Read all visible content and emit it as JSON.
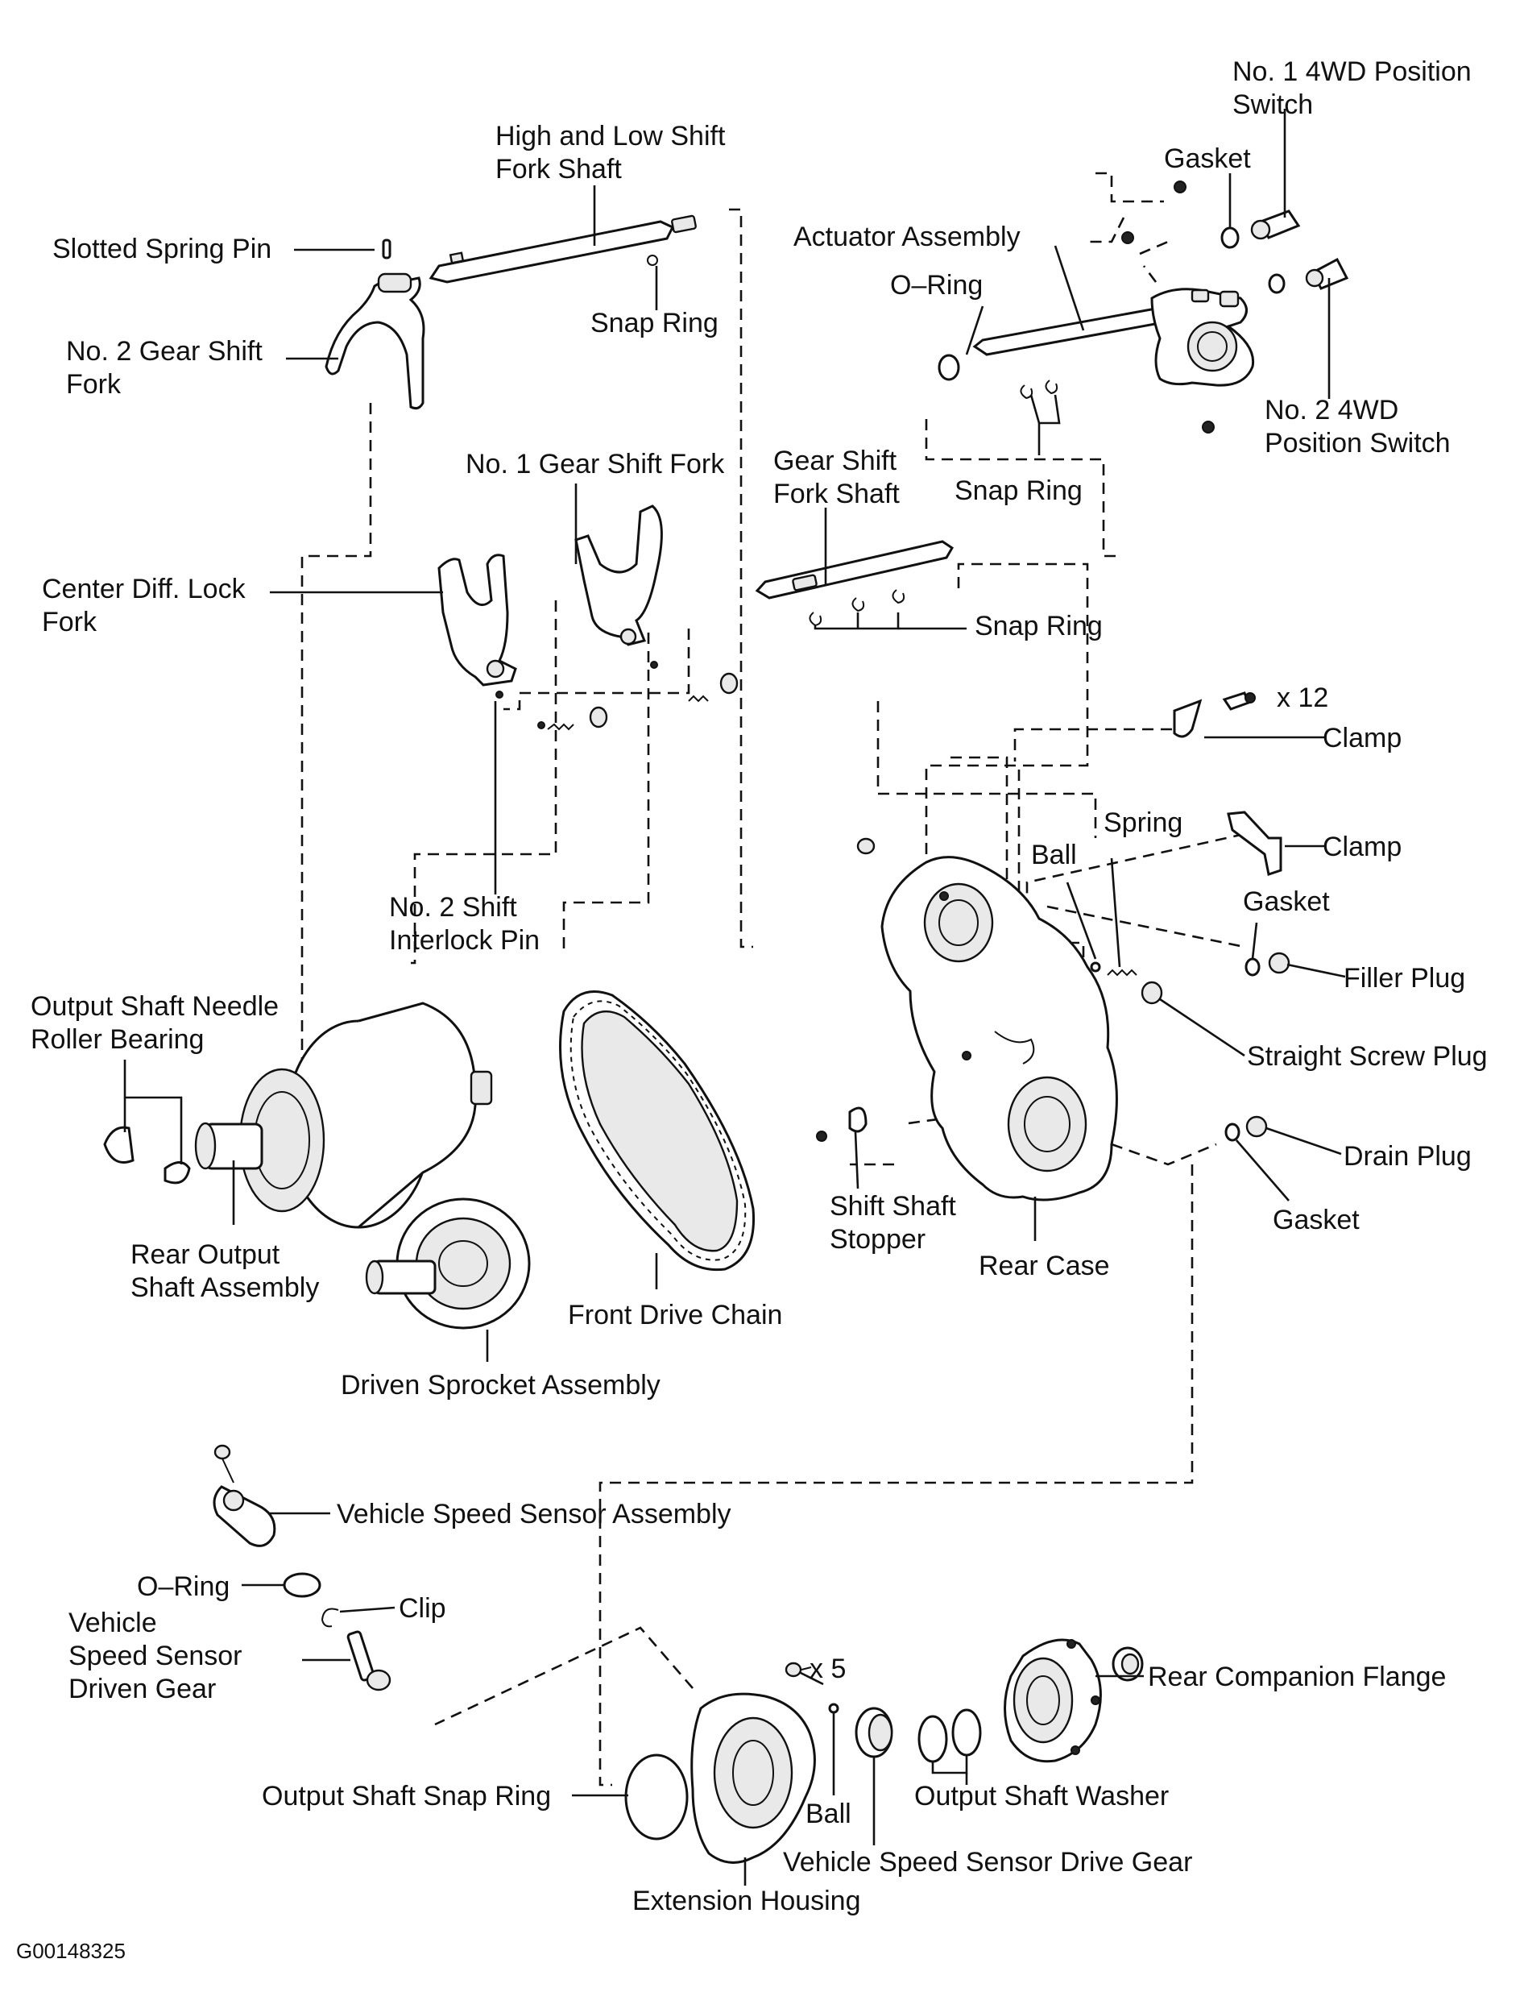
{
  "labels": {
    "no1_4wd_switch": [
      "No. 1 4WD Position",
      "Switch"
    ],
    "high_low_shaft": [
      "High and Low Shift",
      "Fork Shaft"
    ],
    "gasket_top": "Gasket",
    "slotted_pin": "Slotted Spring Pin",
    "actuator": "Actuator Assembly",
    "oring_top": "O–Ring",
    "snap_ring_1": "Snap Ring",
    "no2_fork": [
      "No. 2 Gear Shift",
      "Fork"
    ],
    "no2_4wd_switch": [
      "No. 2 4WD",
      "Position Switch"
    ],
    "no1_fork": "No. 1 Gear Shift Fork",
    "gear_shift_fork_shaft": [
      "Gear Shift",
      "Fork Shaft"
    ],
    "snap_ring_2": "Snap Ring",
    "center_diff": [
      "Center Diff. Lock",
      "Fork"
    ],
    "snap_ring_3": "Snap Ring",
    "x12": "x 12",
    "clamp_1": "Clamp",
    "spring": "Spring",
    "ball_1": "Ball",
    "clamp_2": "Clamp",
    "no2_interlock": [
      "No. 2 Shift",
      "Interlock Pin"
    ],
    "gasket_2": "Gasket",
    "filler_plug": "Filler Plug",
    "needle_bearing": [
      "Output Shaft Needle",
      "Roller Bearing"
    ],
    "straight_screw": "Straight Screw Plug",
    "drain_plug": "Drain Plug",
    "shift_stopper": [
      "Shift Shaft",
      "Stopper"
    ],
    "gasket_3": "Gasket",
    "rear_output": [
      "Rear Output",
      "Shaft Assembly"
    ],
    "rear_case": "Rear Case",
    "front_chain": "Front Drive Chain",
    "driven_sprocket": "Driven Sprocket Assembly",
    "vss_assembly": "Vehicle Speed Sensor Assembly",
    "oring_bottom": "O–Ring",
    "clip": "Clip",
    "vss_driven": [
      "Vehicle",
      "Speed Sensor",
      "Driven Gear"
    ],
    "x5": "x 5",
    "rear_flange": "Rear Companion Flange",
    "output_snap": "Output Shaft Snap Ring",
    "ball_2": "Ball",
    "output_washer": "Output Shaft Washer",
    "vss_drive": "Vehicle Speed Sensor Drive Gear",
    "extension": "Extension Housing",
    "figure_code": "G00148325"
  }
}
